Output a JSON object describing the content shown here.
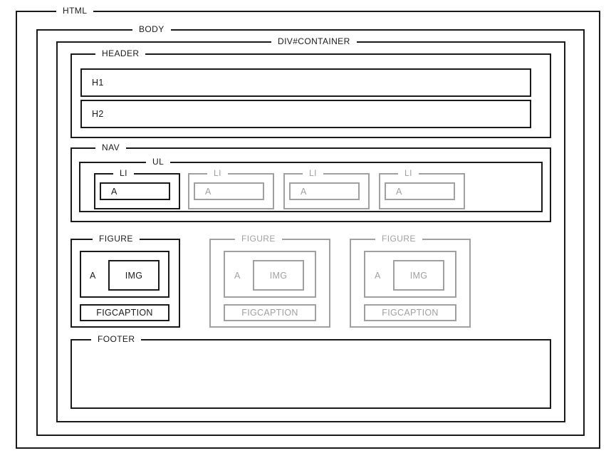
{
  "diagram": {
    "title": "HTML document structure outline",
    "colors": {
      "active": "#1a1a1a",
      "inactive": "#a0a0a0",
      "background": "#ffffff"
    },
    "labels": {
      "html": "HTML",
      "body": "BODY",
      "container": "DIV#CONTAINER",
      "header": "HEADER",
      "h1": "H1",
      "h2": "H2",
      "nav": "NAV",
      "ul": "UL",
      "figure": "FIGURE",
      "figcaption": "FIGCAPTION",
      "footer": "FOOTER",
      "li": "LI",
      "a": "A",
      "img": "IMG"
    },
    "nav_items": [
      {
        "li": "LI",
        "a": "A",
        "state": "active"
      },
      {
        "li": "LI",
        "a": "A",
        "state": "inactive"
      },
      {
        "li": "LI",
        "a": "A",
        "state": "inactive"
      },
      {
        "li": "LI",
        "a": "A",
        "state": "inactive"
      }
    ],
    "figures": [
      {
        "figure": "FIGURE",
        "a": "A",
        "img": "IMG",
        "figcaption": "FIGCAPTION",
        "state": "active"
      },
      {
        "figure": "FIGURE",
        "a": "A",
        "img": "IMG",
        "figcaption": "FIGCAPTION",
        "state": "inactive"
      },
      {
        "figure": "FIGURE",
        "a": "A",
        "img": "IMG",
        "figcaption": "FIGCAPTION",
        "state": "inactive"
      }
    ]
  }
}
